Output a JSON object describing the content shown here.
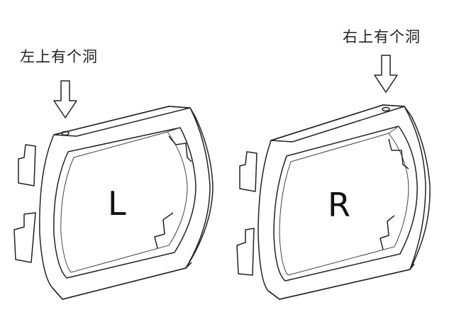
{
  "callouts": {
    "left": "左上有个洞",
    "right": "右上有个洞"
  },
  "frames": {
    "left_label": "L",
    "right_label": "R"
  }
}
